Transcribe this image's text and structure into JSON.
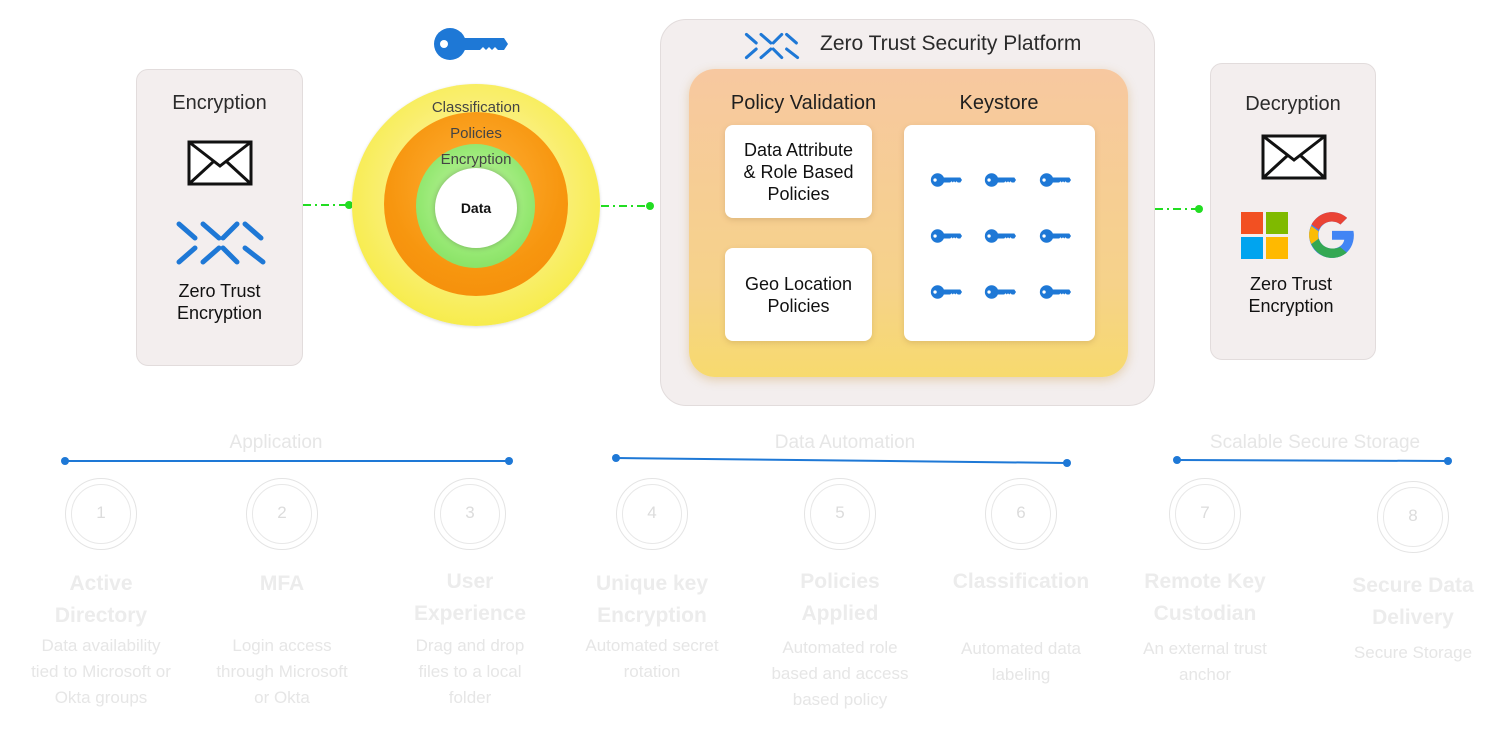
{
  "encryption_panel": {
    "title": "Encryption",
    "brand_line1": "Zero Trust",
    "brand_line2": "Encryption"
  },
  "rings": {
    "classification": "Classification",
    "policies": "Policies",
    "encryption": "Encryption",
    "data": "Data"
  },
  "platform": {
    "title": "Zero Trust Security Platform",
    "policy_validation": {
      "title": "Policy Validation",
      "cards": [
        {
          "line1": "Data Attribute",
          "line2": "& Role Based",
          "line3": "Policies"
        },
        {
          "line1": "Geo Location",
          "line2": "Policies"
        }
      ]
    },
    "keystore": {
      "title": "Keystore",
      "key_count": 9
    }
  },
  "decryption_panel": {
    "title": "Decryption",
    "brand_line1": "Zero Trust",
    "brand_line2": "Encryption"
  },
  "groups": [
    {
      "label": "Application"
    },
    {
      "label": "Data Automation"
    },
    {
      "label": "Scalable Secure Storage"
    }
  ],
  "steps": [
    {
      "num": "1",
      "title1": "Active",
      "title2": "Directory",
      "desc1": "Data availability",
      "desc2": "tied to Microsoft or",
      "desc3": "Okta groups"
    },
    {
      "num": "2",
      "title1": "MFA",
      "title2": "",
      "desc1": "Login access",
      "desc2": "through Microsoft",
      "desc3": "or Okta"
    },
    {
      "num": "3",
      "title1": "User",
      "title2": "Experience",
      "desc1": "Drag and drop",
      "desc2": "files to a local",
      "desc3": "folder"
    },
    {
      "num": "4",
      "title1": "Unique key",
      "title2": "Encryption",
      "desc1": "Automated secret",
      "desc2": "rotation",
      "desc3": ""
    },
    {
      "num": "5",
      "title1": "Policies",
      "title2": "Applied",
      "desc1": "Automated role",
      "desc2": "based and access",
      "desc3": "based policy"
    },
    {
      "num": "6",
      "title1": "Classification",
      "title2": "",
      "desc1": "Automated data",
      "desc2": "labeling",
      "desc3": ""
    },
    {
      "num": "7",
      "title1": "Remote Key",
      "title2": "Custodian",
      "desc1": "An external trust",
      "desc2": "anchor",
      "desc3": ""
    },
    {
      "num": "8",
      "title1": "Secure Data",
      "title2": "Delivery",
      "desc1": "Secure Storage",
      "desc2": "",
      "desc3": ""
    }
  ],
  "colors": {
    "accent_blue": "#1e78d6",
    "connector_green": "#22dd22",
    "ring_outer": "#f5ea3c",
    "ring_orange": "#f5900f",
    "ring_green": "#7dde5a",
    "platform_inner": "#f6cd8e",
    "faded_text": "#e6e6e6"
  }
}
